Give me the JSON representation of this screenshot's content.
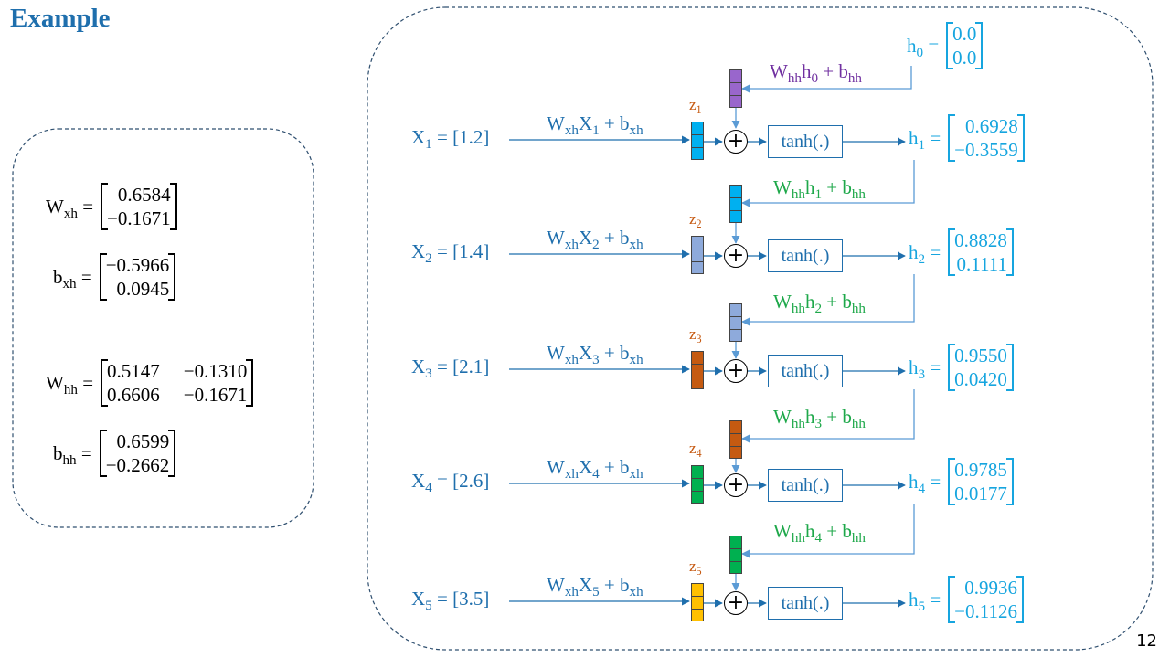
{
  "title": "Example",
  "page_number": "12",
  "params": {
    "wxh": {
      "name": "W",
      "sub": "xh",
      "rows": [
        [
          "0.6584"
        ],
        [
          "−0.1671"
        ]
      ]
    },
    "bxh": {
      "name": "b",
      "sub": "xh",
      "rows": [
        [
          "−0.5966"
        ],
        [
          "0.0945"
        ]
      ]
    },
    "whh": {
      "name": "W",
      "sub": "hh",
      "rows": [
        [
          "0.5147",
          "−0.1310"
        ],
        [
          "0.6606",
          "−0.1671"
        ]
      ]
    },
    "bhh": {
      "name": "b",
      "sub": "hh",
      "rows": [
        [
          "0.6599"
        ],
        [
          "−0.2662"
        ]
      ]
    }
  },
  "h0": {
    "label": "h",
    "sub": "0",
    "rows": [
      "0.0",
      "0.0"
    ]
  },
  "h0_term": {
    "w": "W",
    "wsub": "hh",
    "h": "h",
    "hsub": "0",
    "b": "b",
    "bsub": "hh"
  },
  "steps": [
    {
      "x_label": "X",
      "x_sub": "1",
      "x_value": "[1.2]",
      "wx": "W",
      "wx_sub": "xh",
      "xx": "X",
      "xx_sub": "1",
      "bx": "b",
      "bx_sub": "xh",
      "z": "z",
      "z_sub": "1",
      "tanh": "tanh(.)",
      "h_label": "h",
      "h_sub": "1",
      "h_rows": [
        "0.6928",
        "−0.3559"
      ],
      "color": "#00b0f0"
    },
    {
      "x_label": "X",
      "x_sub": "2",
      "x_value": "[1.4]",
      "wx": "W",
      "wx_sub": "xh",
      "xx": "X",
      "xx_sub": "2",
      "bx": "b",
      "bx_sub": "xh",
      "z": "z",
      "z_sub": "2",
      "tanh": "tanh(.)",
      "h_label": "h",
      "h_sub": "2",
      "h_rows": [
        "0.8828",
        "0.1111"
      ],
      "color": "#8eaadb"
    },
    {
      "x_label": "X",
      "x_sub": "3",
      "x_value": "[2.1]",
      "wx": "W",
      "wx_sub": "xh",
      "xx": "X",
      "xx_sub": "3",
      "bx": "b",
      "bx_sub": "xh",
      "z": "z",
      "z_sub": "3",
      "tanh": "tanh(.)",
      "h_label": "h",
      "h_sub": "3",
      "h_rows": [
        "0.9550",
        "0.0420"
      ],
      "color": "#c55a11"
    },
    {
      "x_label": "X",
      "x_sub": "4",
      "x_value": "[2.6]",
      "wx": "W",
      "wx_sub": "xh",
      "xx": "X",
      "xx_sub": "4",
      "bx": "b",
      "bx_sub": "xh",
      "z": "z",
      "z_sub": "4",
      "tanh": "tanh(.)",
      "h_label": "h",
      "h_sub": "4",
      "h_rows": [
        "0.9785",
        "0.0177"
      ],
      "color": "#00b050"
    },
    {
      "x_label": "X",
      "x_sub": "5",
      "x_value": "[3.5]",
      "wx": "W",
      "wx_sub": "xh",
      "xx": "X",
      "xx_sub": "5",
      "bx": "b",
      "bx_sub": "xh",
      "z": "z",
      "z_sub": "5",
      "tanh": "tanh(.)",
      "h_label": "h",
      "h_sub": "5",
      "h_rows": [
        "0.9936",
        "−0.1126"
      ],
      "color": "#ffc000"
    }
  ],
  "recur_terms": [
    {
      "w": "W",
      "wsub": "hh",
      "h": "h",
      "hsub": "1",
      "b": "b",
      "bsub": "hh"
    },
    {
      "w": "W",
      "wsub": "hh",
      "h": "h",
      "hsub": "2",
      "b": "b",
      "bsub": "hh"
    },
    {
      "w": "W",
      "wsub": "hh",
      "h": "h",
      "hsub": "3",
      "b": "b",
      "bsub": "hh"
    },
    {
      "w": "W",
      "wsub": "hh",
      "h": "h",
      "hsub": "4",
      "b": "b",
      "bsub": "hh"
    }
  ],
  "colors": {
    "title": "#1f6fad",
    "input": "#1f6fad",
    "hidden": "#16a5df",
    "recurrent_term": "#1ea84a",
    "h0_term": "#7030a0",
    "z_label": "#c65911",
    "h0_vector": "#9966cc",
    "recurrent_vectors": [
      "#00b0f0",
      "#8eaadb",
      "#c55a11",
      "#00b050"
    ]
  },
  "icons": {
    "sum": "circled-plus-icon"
  }
}
